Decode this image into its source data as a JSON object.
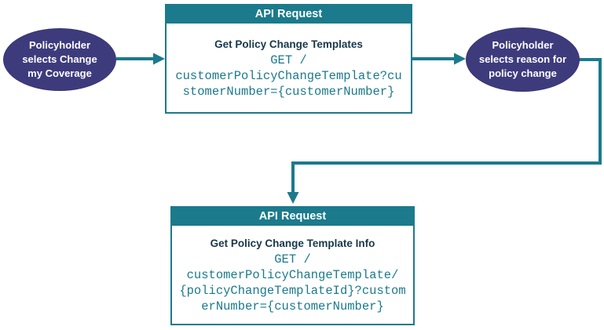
{
  "theme": {
    "teal": "#1b7a8c",
    "purple": "#3e3b7d",
    "ink": "#17384a",
    "code": "#1b7a8c",
    "bg": "#ffffff"
  },
  "nodes": {
    "start_ellipse": {
      "lines": [
        "Policyholder",
        "selects Change",
        "my Coverage"
      ]
    },
    "reason_ellipse": {
      "lines": [
        "Policyholder",
        "selects reason for",
        "policy change"
      ]
    },
    "box1": {
      "header": "API Request",
      "title": "Get Policy Change Templates",
      "code_lines": [
        "GET /",
        "customerPolicyChangeTemplate?cu",
        "stomerNumber={customerNumber}"
      ]
    },
    "box2": {
      "header": "API Request",
      "title": "Get Policy Change Template Info",
      "code_lines": [
        "GET /",
        "customerPolicyChangeTemplate/",
        "{policyChangeTemplateId}?custom",
        "erNumber={customerNumber}"
      ]
    }
  }
}
